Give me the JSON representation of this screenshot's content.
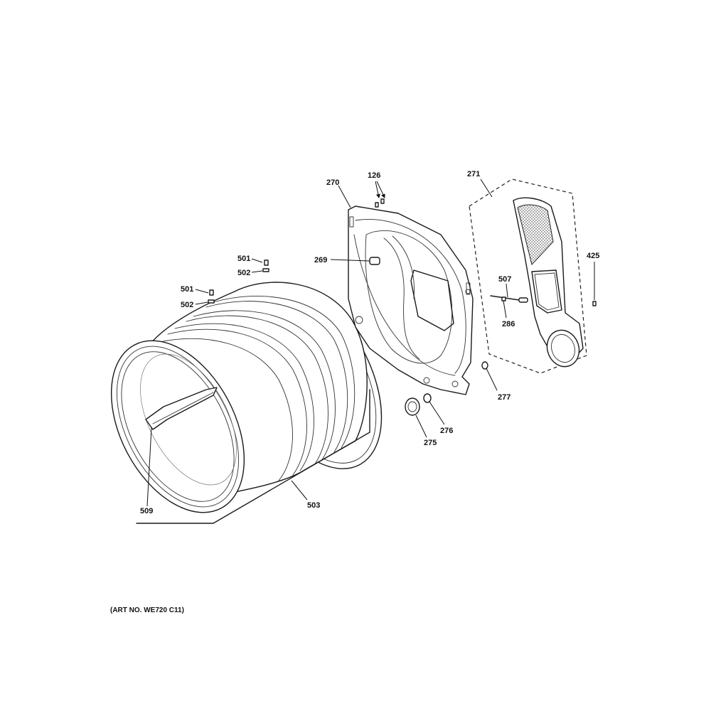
{
  "callouts": {
    "c126": "126",
    "c270": "270",
    "c271": "271",
    "c269": "269",
    "c425": "425",
    "c501a": "501",
    "c502a": "502",
    "c501b": "501",
    "c502b": "502",
    "c507": "507",
    "c286": "286",
    "c277": "277",
    "c276": "276",
    "c275": "275",
    "c509": "509",
    "c503": "503"
  },
  "art_number": "(ART NO. WE720 C11)"
}
